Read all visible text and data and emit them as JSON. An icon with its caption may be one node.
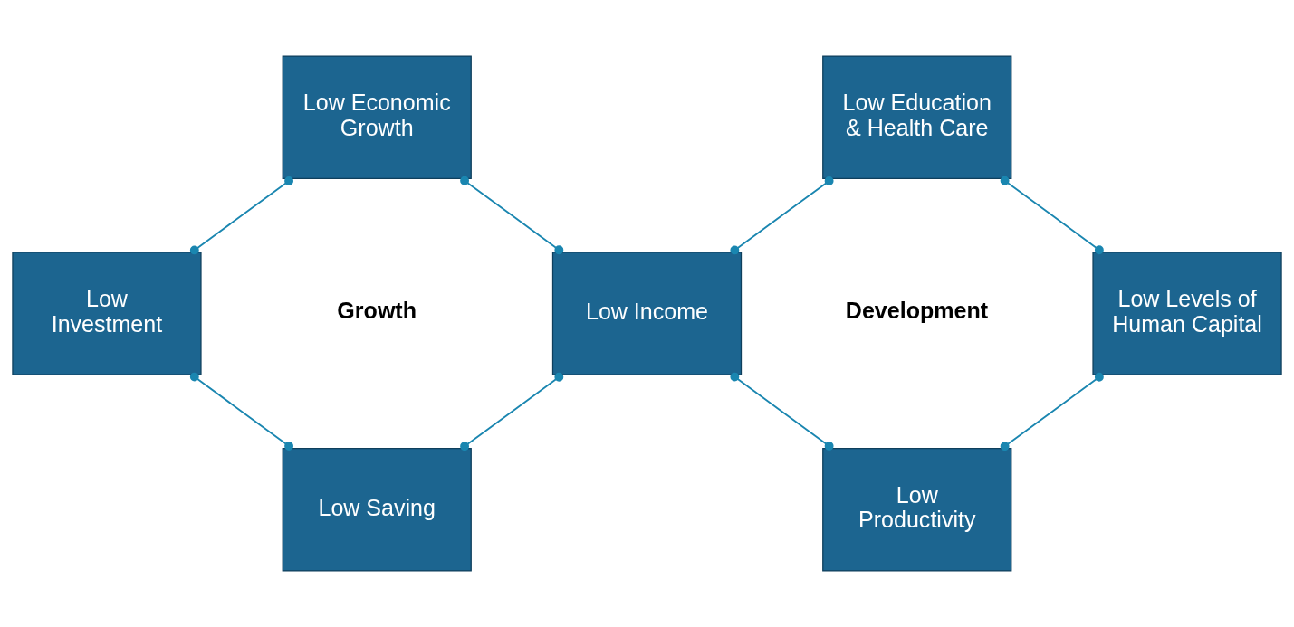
{
  "diagram": {
    "nodes": [
      {
        "text": [
          "Low Economic Growth"
        ]
      },
      {
        "text": [
          "Low Education & Health Care"
        ]
      },
      {
        "text": [
          "Low Investment"
        ]
      },
      {
        "text": [
          "Low Income"
        ]
      },
      {
        "text": [
          "Low Levels of Human Capital"
        ]
      },
      {
        "text": [
          "Low Saving"
        ]
      },
      {
        "text": [
          "Low Productivity"
        ]
      }
    ],
    "edges": [
      {
        "from": 2,
        "to": 0,
        "arrow": "other"
      },
      {
        "from": 0,
        "to": 3,
        "arrow": "other"
      },
      {
        "from": 3,
        "to": 1,
        "arrow": "other"
      },
      {
        "from": 1,
        "to": 4,
        "arrow": "other"
      },
      {
        "from": 2,
        "to": 5,
        "arrow": "other"
      },
      {
        "from": 5,
        "to": 3,
        "arrow": "other"
      },
      {
        "from": 3,
        "to": 6,
        "arrow": "other"
      },
      {
        "from": 6,
        "to": 4,
        "arrow": "other"
      }
    ],
    "labels": [
      "Growth",
      "Development"
    ]
  }
}
